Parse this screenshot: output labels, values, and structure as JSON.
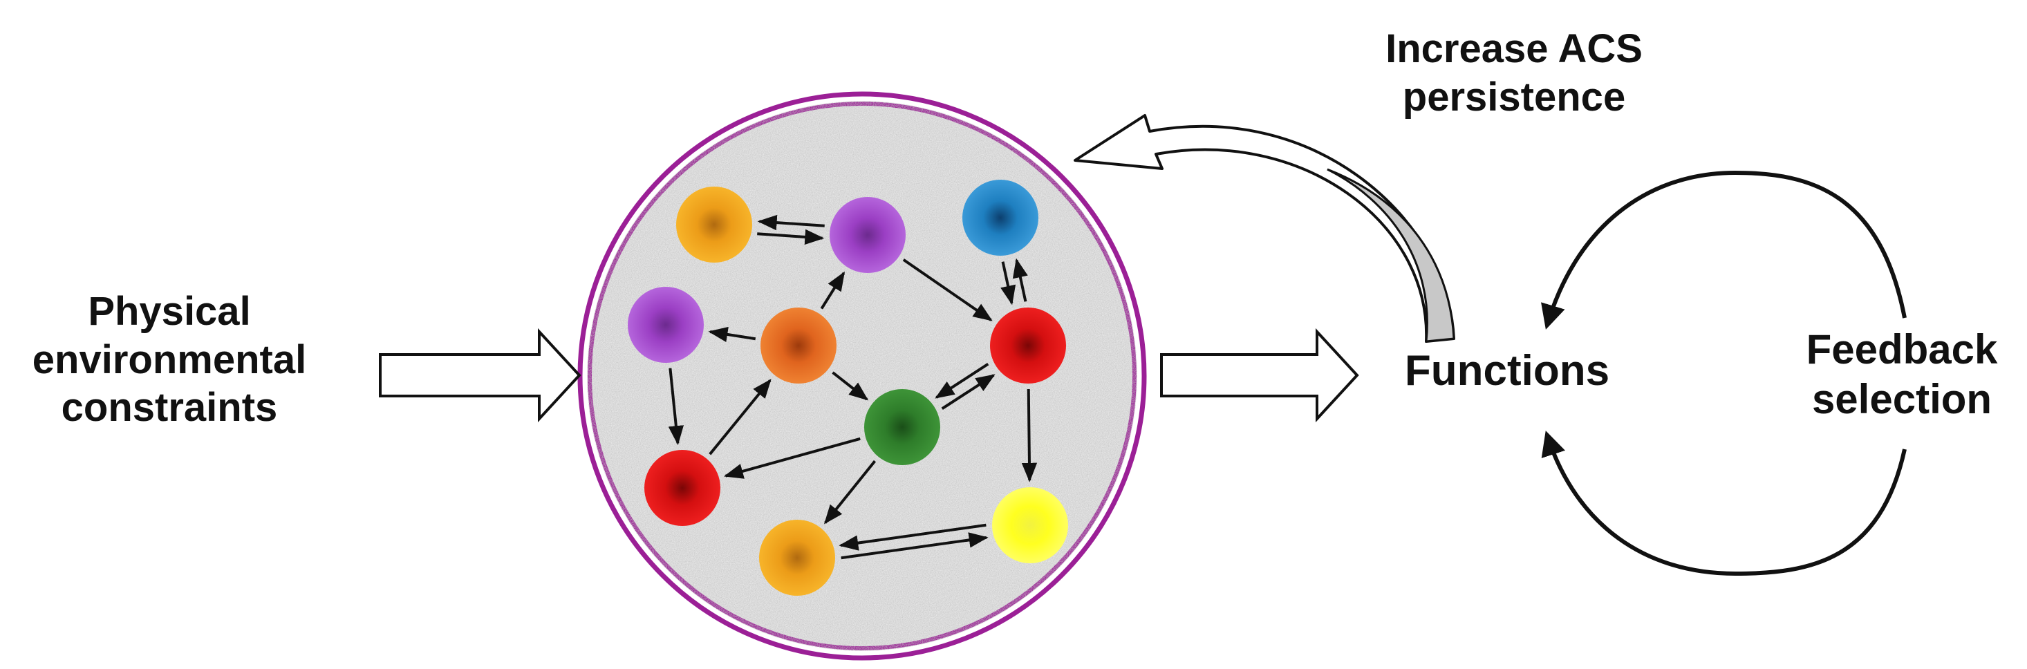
{
  "labels": {
    "physical_constraints": [
      "Physical",
      "environmental",
      "constraints"
    ],
    "increase_acs": [
      "Increase ACS",
      "persistence"
    ],
    "functions": "Functions",
    "feedback_selection": [
      "Feedback",
      "selection"
    ]
  },
  "colors": {
    "membrane": "#9b1f96",
    "background": "#e2e2e2",
    "arrow_fill": "#ffffff",
    "curved_arrow_tail": "#c8c8c8",
    "stroke": "#111111",
    "molecules": {
      "orange": "#f0a21a",
      "purple": "#9b3fc4",
      "blue": "#1e7fc0",
      "dark_orange": "#e0641e",
      "red": "#d40f10",
      "green": "#2e7d2a",
      "yellow": "#ffff20"
    }
  },
  "molecules": [
    {
      "id": "m1",
      "color": "orange"
    },
    {
      "id": "m2",
      "color": "purple"
    },
    {
      "id": "m3",
      "color": "blue"
    },
    {
      "id": "m4",
      "color": "purple"
    },
    {
      "id": "m5",
      "color": "dark_orange"
    },
    {
      "id": "m6",
      "color": "red"
    },
    {
      "id": "m7",
      "color": "green"
    },
    {
      "id": "m8",
      "color": "red"
    },
    {
      "id": "m9",
      "color": "orange"
    },
    {
      "id": "m10",
      "color": "yellow"
    }
  ],
  "reactions": [
    {
      "from": "m1",
      "to": "m2",
      "reversible": true
    },
    {
      "from": "m5",
      "to": "m2"
    },
    {
      "from": "m2",
      "to": "m6"
    },
    {
      "from": "m3",
      "to": "m6",
      "reversible_pair": true
    },
    {
      "from": "m5",
      "to": "m4"
    },
    {
      "from": "m4",
      "to": "m8"
    },
    {
      "from": "m8",
      "to": "m5"
    },
    {
      "from": "m5",
      "to": "m7"
    },
    {
      "from": "m7",
      "to": "m6",
      "reversible": true
    },
    {
      "from": "m7",
      "to": "m8"
    },
    {
      "from": "m7",
      "to": "m9"
    },
    {
      "from": "m6",
      "to": "m10"
    },
    {
      "from": "m9",
      "to": "m10",
      "reversible": true
    }
  ]
}
